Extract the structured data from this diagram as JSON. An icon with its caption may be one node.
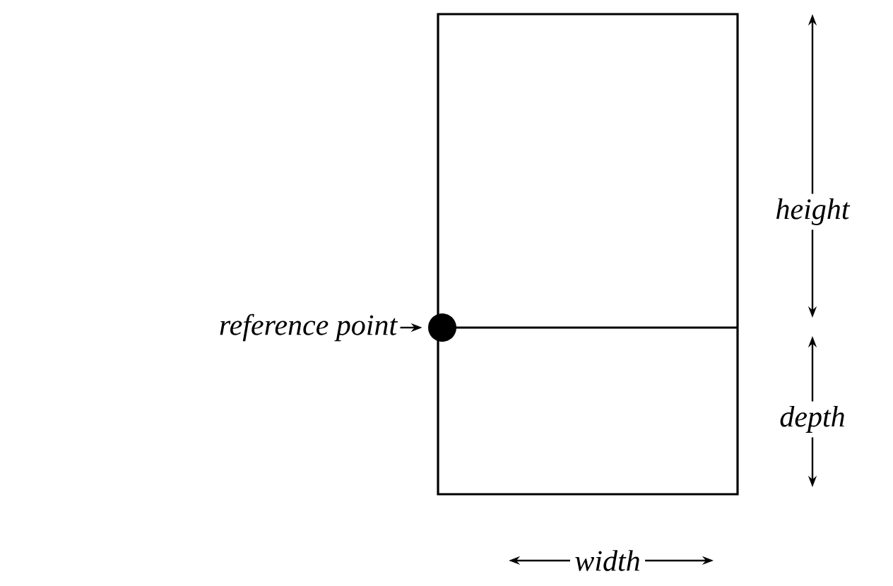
{
  "diagram": {
    "nodes": [
      {
        "text": [
          "reference point"
        ]
      },
      {
        "text": [],
        "shape": "circle"
      }
    ],
    "edges": [
      {
        "from": 0,
        "to": 1,
        "arrow": "to"
      }
    ],
    "labels": [
      "height",
      "depth",
      "width"
    ]
  }
}
